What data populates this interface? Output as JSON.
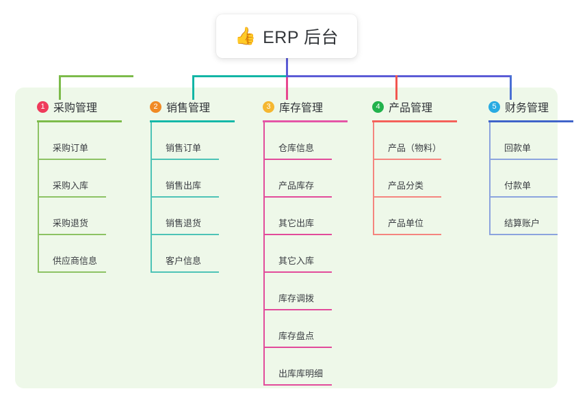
{
  "header": {
    "icon": "thumbs-up-icon",
    "icon_glyph": "👍",
    "title": "ERP 后台"
  },
  "panel": {
    "background": "#eef8e9"
  },
  "connectors": {
    "stem_color": "#5b5bd6",
    "bus_left_green": "#7cbb4a",
    "bus_mid_teal": "#12b5a5",
    "bus_right_purple": "#5b5bd6",
    "drop_1": "#7cbb4a",
    "drop_2": "#12b5a5",
    "drop_3": "#e8478f",
    "drop_4": "#f2564f",
    "drop_5": "#4a6fd4"
  },
  "columns": [
    {
      "number": "1",
      "title": "采购管理",
      "badge_color": "#ef3b5b",
      "rule_color": "#7cbb4a",
      "line_color": "#8cc263",
      "items": [
        "采购订单",
        "采购入库",
        "采购退货",
        "供应商信息"
      ]
    },
    {
      "number": "2",
      "title": "销售管理",
      "badge_color": "#f08a24",
      "rule_color": "#13b8a8",
      "line_color": "#4cc3b6",
      "items": [
        "销售订单",
        "销售出库",
        "销售退货",
        "客户信息"
      ]
    },
    {
      "number": "3",
      "title": "库存管理",
      "badge_color": "#f5b731",
      "rule_color": "#e455a6",
      "line_color": "#e24a9a",
      "items": [
        "仓库信息",
        "产品库存",
        "其它出库",
        "其它入库",
        "库存调拨",
        "库存盘点",
        "出库库明细"
      ]
    },
    {
      "number": "4",
      "title": "产品管理",
      "badge_color": "#22b24c",
      "rule_color": "#f4615a",
      "line_color": "#f5847e",
      "items": [
        "产品（物料）",
        "产品分类",
        "产品单位"
      ]
    },
    {
      "number": "5",
      "title": "财务管理",
      "badge_color": "#29abe2",
      "rule_color": "#3f63c9",
      "line_color": "#8ba3de",
      "items": [
        "回款单",
        "付款单",
        "结算账户"
      ]
    }
  ]
}
